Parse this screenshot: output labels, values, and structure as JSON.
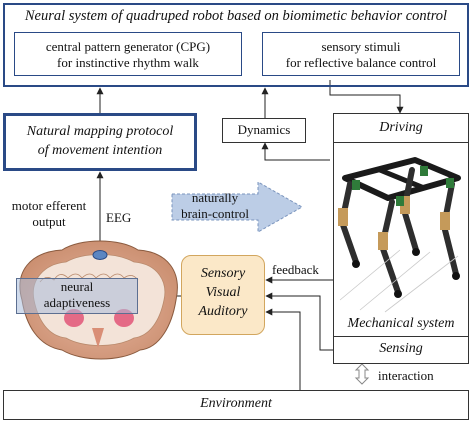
{
  "neural_system": {
    "title": "Neural system of quadruped robot based on biomimetic behavior control",
    "cpg": {
      "line1": "central pattern generator (CPG)",
      "line2": "for instinctive rhythm walk"
    },
    "sensory": {
      "line1": "sensory stimuli",
      "line2": "for reflective balance control"
    }
  },
  "mapping": {
    "line1": "Natural mapping protocol",
    "line2": "of movement intention"
  },
  "dynamics": "Dynamics",
  "driving": "Driving",
  "mechanical_system": "Mechanical system",
  "sensing": "Sensing",
  "environment": "Environment",
  "interaction": "interaction",
  "motor_output": {
    "line1": "motor efferent",
    "line2": "output"
  },
  "eeg": "EEG",
  "brain_control": {
    "line1": "naturally",
    "line2": "brain-control"
  },
  "feedback": "feedback",
  "sensory_box": {
    "line1": "Sensory",
    "line2": "Visual",
    "line3": "Auditory"
  },
  "neural_adaptiveness": {
    "line1": "neural",
    "line2": "adaptiveness"
  },
  "colors": {
    "frame_blue": "#2a4a86",
    "sensory_fill": "#fbe8c8",
    "sensory_border": "#d2a65e",
    "arrow_blue": "#bccde6"
  }
}
